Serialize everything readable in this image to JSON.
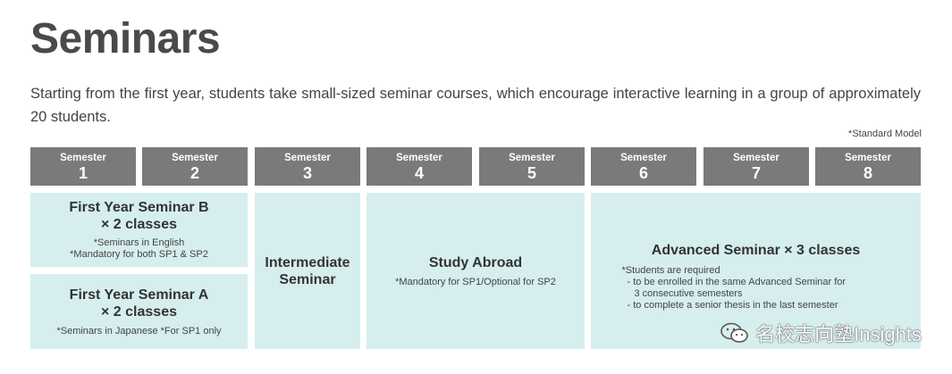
{
  "page": {
    "title": "Seminars",
    "intro": "Starting from the first year, students take small-sized seminar courses, which encourage interactive learning in a group of approximately 20 students.",
    "standard_model": "*Standard Model"
  },
  "semesters": [
    {
      "label": "Semester",
      "num": "1"
    },
    {
      "label": "Semester",
      "num": "2"
    },
    {
      "label": "Semester",
      "num": "3"
    },
    {
      "label": "Semester",
      "num": "4"
    },
    {
      "label": "Semester",
      "num": "5"
    },
    {
      "label": "Semester",
      "num": "6"
    },
    {
      "label": "Semester",
      "num": "7"
    },
    {
      "label": "Semester",
      "num": "8"
    }
  ],
  "blocks": {
    "fysb": {
      "title1": "First Year Seminar B",
      "title2": "× 2 classes",
      "note1": "*Seminars in English",
      "note2": "*Mandatory for both SP1 & SP2"
    },
    "fysa": {
      "title1": "First Year Seminar A",
      "title2": "× 2 classes",
      "note1": "*Seminars in Japanese *For SP1 only"
    },
    "intermediate": {
      "title1": "Intermediate",
      "title2": "Seminar"
    },
    "abroad": {
      "title1": "Study Abroad",
      "note1": "*Mandatory for SP1/Optional for SP2"
    },
    "advanced": {
      "title1": "Advanced Seminar × 3 classes",
      "note1": "*Students are required",
      "note2": "- to be enrolled in the same Advanced Seminar for",
      "note3": "3 consecutive semesters",
      "note4": "- to complete a senior thesis in the last semester"
    }
  },
  "watermark": {
    "text": "名校志向塾Insights",
    "icon": "wechat-icon"
  },
  "colors": {
    "header_bg": "#7a7a7a",
    "box_bg": "#d6eeee",
    "title": "#4a4a4a"
  }
}
